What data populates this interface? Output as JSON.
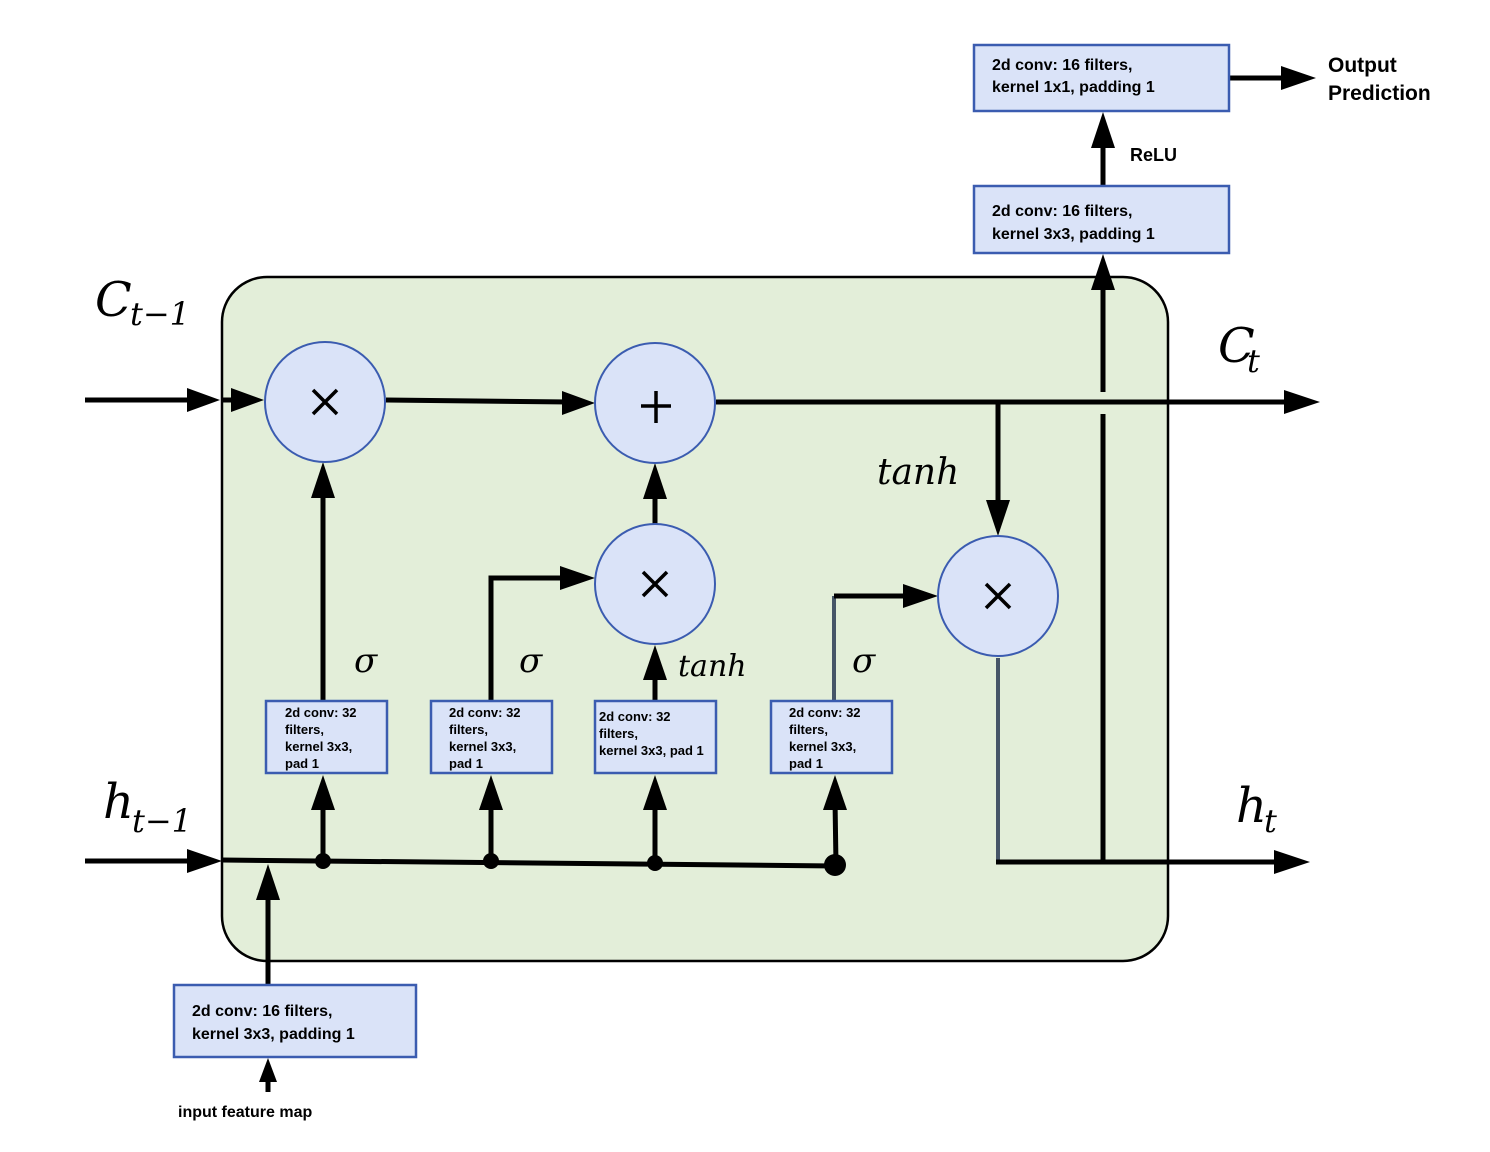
{
  "title": "ConvLSTM cell with output head",
  "colors": {
    "cell_background": "#e3eed9",
    "node_fill": "#dae3f8",
    "node_stroke": "#3b5cb0",
    "wire": "#000000"
  },
  "inputs": {
    "c_prev": {
      "main": "C",
      "sub": "t−1"
    },
    "h_prev": {
      "main": "h",
      "sub": "t−1"
    },
    "input_feature_map": "input feature map"
  },
  "outputs": {
    "c_next": {
      "main": "C",
      "sub": "t"
    },
    "h_next": {
      "main": "h",
      "sub": "t"
    },
    "output_prediction": [
      "Output",
      "Prediction"
    ]
  },
  "operators": {
    "forget_multiply": "×",
    "cell_add": "+",
    "input_multiply": "×",
    "output_multiply": "×"
  },
  "activations": {
    "forget_gate": "σ",
    "input_gate": "σ",
    "candidate": "tanh",
    "output_gate": "σ",
    "cell_output": "tanh",
    "head": "ReLU"
  },
  "gate_convs": [
    {
      "name": "forget-gate-conv",
      "lines": [
        "2d conv: 32",
        "filters,",
        "kernel 3x3,",
        "pad 1"
      ]
    },
    {
      "name": "input-gate-conv",
      "lines": [
        "2d conv: 32",
        "filters,",
        "kernel 3x3,",
        "pad 1"
      ]
    },
    {
      "name": "candidate-conv",
      "lines": [
        "2d conv: 32",
        "filters,",
        "kernel 3x3, pad 1"
      ]
    },
    {
      "name": "output-gate-conv",
      "lines": [
        "2d conv: 32",
        "filters,",
        "kernel 3x3,",
        "pad 1"
      ]
    }
  ],
  "input_conv": {
    "lines": [
      "2d conv: 16 filters,",
      "kernel 3x3, padding 1"
    ]
  },
  "head_conv1": {
    "lines": [
      "2d conv: 16 filters,",
      "kernel 3x3, padding 1"
    ]
  },
  "head_conv2": {
    "lines": [
      "2d conv: 16 filters,",
      "kernel 1x1, padding 1"
    ]
  }
}
